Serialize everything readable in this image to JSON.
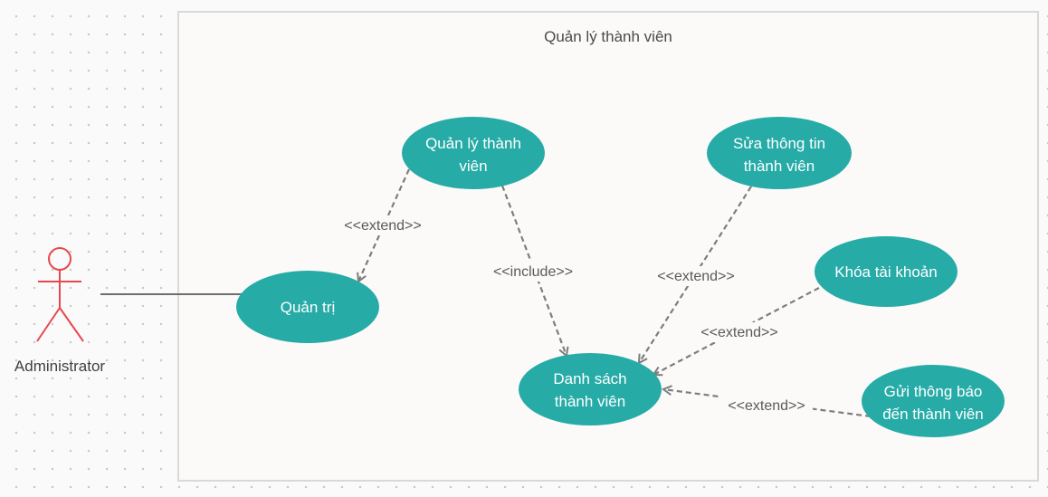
{
  "system": {
    "title": "Quản lý thành viên"
  },
  "actor": {
    "name": "Administrator"
  },
  "use_cases": {
    "quan_tri": {
      "lines": [
        "Quản trị"
      ]
    },
    "quan_ly": {
      "lines": [
        "Quản lý thành",
        "viên"
      ]
    },
    "danh_sach": {
      "lines": [
        "Danh sách",
        "thành viên"
      ]
    },
    "sua": {
      "lines": [
        "Sửa thông tin",
        "thành viên"
      ]
    },
    "khoa": {
      "lines": [
        "Khóa tài khoản"
      ]
    },
    "gui": {
      "lines": [
        "Gửi thông báo",
        "đến thành viên"
      ]
    }
  },
  "relationships": {
    "extend_quanly_quantri": "<<extend>>",
    "include_quanly_danhsach": "<<include>>",
    "extend_sua_danhsach": "<<extend>>",
    "extend_khoa_danhsach": "<<extend>>",
    "extend_gui_danhsach": "<<extend>>"
  },
  "colors": {
    "use_case_fill": "#26aba7",
    "actor_stroke": "#e8484d",
    "connector": "#7d7d7d",
    "association": "#6e6e6e"
  }
}
